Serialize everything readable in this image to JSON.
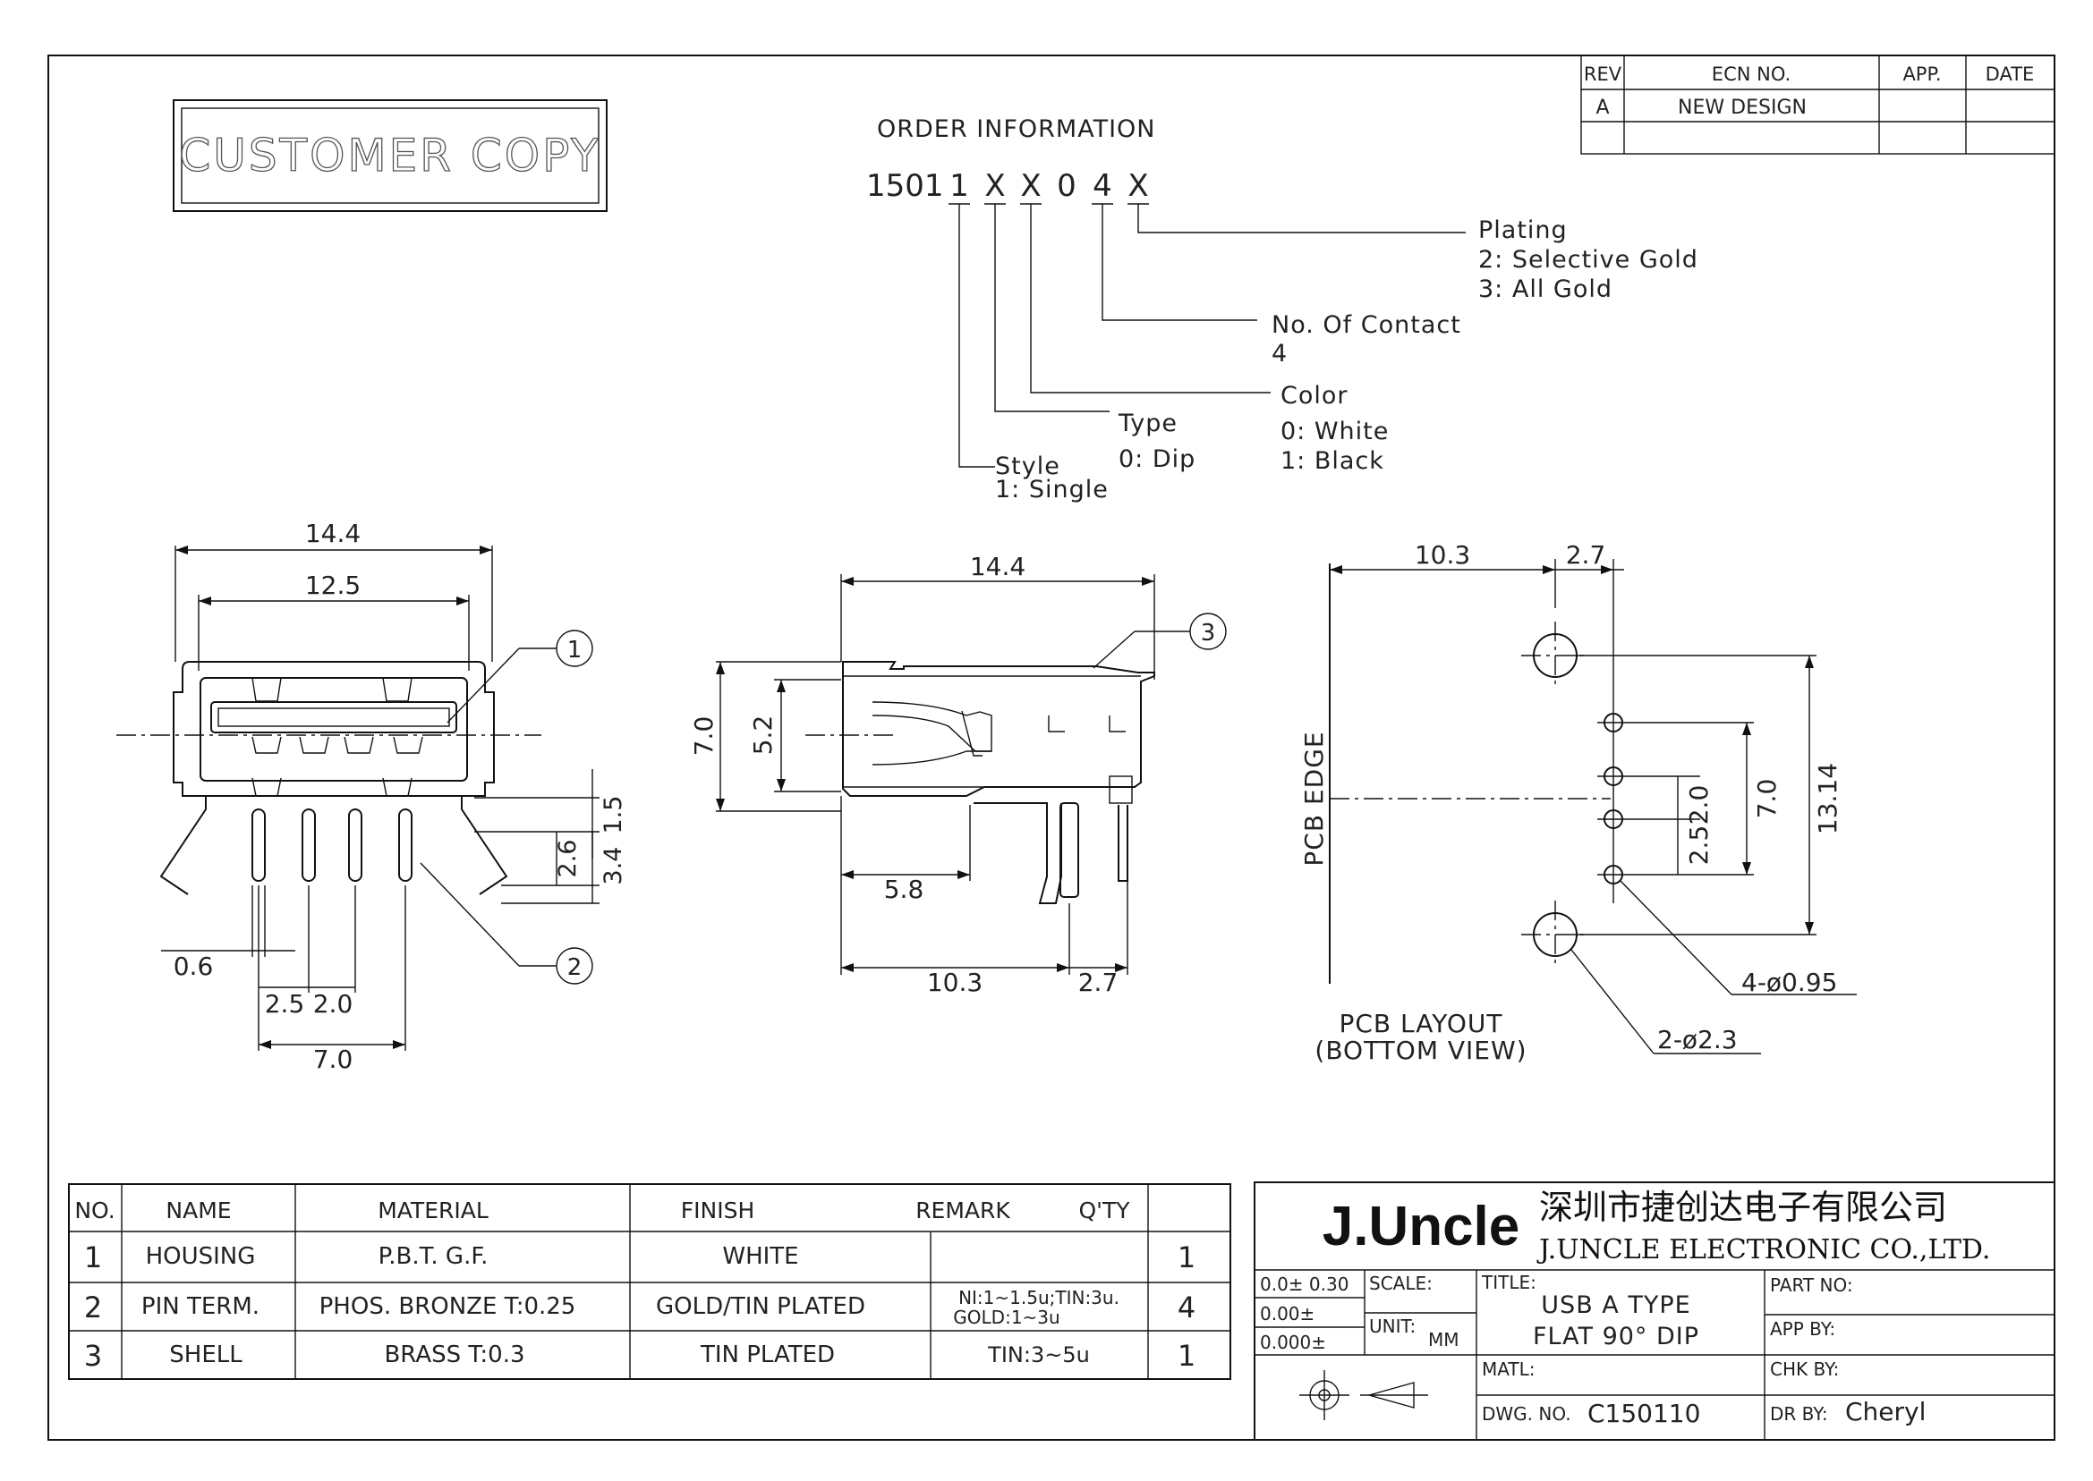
{
  "customer_stamp": "CUSTOMER COPY",
  "revision_table": {
    "headers": [
      "REV",
      "ECN NO.",
      "APP.",
      "DATE"
    ],
    "rows": [
      [
        "A",
        "NEW DESIGN",
        "",
        ""
      ],
      [
        "",
        "",
        "",
        ""
      ]
    ]
  },
  "order_info": {
    "title": "ORDER INFORMATION",
    "code": [
      "1501",
      "1",
      "X",
      "X",
      "0",
      "4",
      "X"
    ],
    "plating": {
      "label": "Plating",
      "options": [
        "2: Selective Gold",
        "3: All  Gold"
      ]
    },
    "contact": {
      "label": "No. Of Contact",
      "value": "4"
    },
    "color": {
      "label": "Color",
      "options": [
        "0: White",
        "1: Black"
      ]
    },
    "type": {
      "label": "Type",
      "options": [
        "0: Dip"
      ]
    },
    "style": {
      "label": "Style",
      "options": [
        "1: Single"
      ]
    }
  },
  "front_view": {
    "dims": [
      "14.4",
      "12.5",
      "1.5",
      "2.6",
      "3.4",
      "0.6",
      "2.5",
      "2.0",
      "7.0"
    ],
    "balloons": [
      "1",
      "2"
    ]
  },
  "side_view": {
    "dims": [
      "14.4",
      "7.0",
      "5.2",
      "5.8",
      "10.3",
      "2.7"
    ],
    "balloons": [
      "3"
    ]
  },
  "pcb_layout": {
    "dims": [
      "10.3",
      "2.7",
      "2.0",
      "2.5",
      "7.0",
      "13.14"
    ],
    "edge_label": "PCB EDGE",
    "hole_small": "4-ø0.95",
    "hole_large": "2-ø2.3",
    "caption_1": "PCB LAYOUT",
    "caption_2": "(BOTTOM VIEW)"
  },
  "bom": {
    "headers": {
      "no": "NO.",
      "name": "NAME",
      "material": "MATERIAL",
      "finish": "FINISH",
      "remark": "REMARK",
      "qty": "Q'TY"
    },
    "rows": [
      {
        "no": "1",
        "name": "HOUSING",
        "material": "P.B.T. G.F.",
        "finish": "WHITE",
        "remark_1": "",
        "remark_2": "",
        "qty": "1"
      },
      {
        "no": "2",
        "name": "PIN TERM.",
        "material": "PHOS. BRONZE T:0.25",
        "finish": "GOLD/TIN PLATED",
        "remark_1": "NI:1~1.5u;TIN:3u.",
        "remark_2": "GOLD:1~3u",
        "qty": "4"
      },
      {
        "no": "3",
        "name": "SHELL",
        "material": "BRASS T:0.3",
        "finish": "TIN PLATED",
        "remark_1": "TIN:3~5u",
        "remark_2": "",
        "qty": "1"
      }
    ]
  },
  "title_block": {
    "logo": "J.Uncle",
    "company_cn": "深圳市捷创达电子有限公司",
    "company_en": "J.UNCLE ELECTRONIC CO.,LTD.",
    "tol_1": "0.0± 0.30",
    "tol_2": "0.00±",
    "tol_3": "0.000±",
    "scale_label": "SCALE:",
    "unit_label": "UNIT:",
    "unit_value": "MM",
    "title_label": "TITLE:",
    "title_1": "USB A TYPE",
    "title_2": "FLAT 90° DIP",
    "matl_label": "MATL:",
    "dwg_label": "DWG. NO.",
    "dwg_value": "C150110",
    "part_label": "PART NO:",
    "app_label": "APP BY:",
    "chk_label": "CHK BY:",
    "dr_label": "DR BY:",
    "dr_value": "Cheryl"
  }
}
